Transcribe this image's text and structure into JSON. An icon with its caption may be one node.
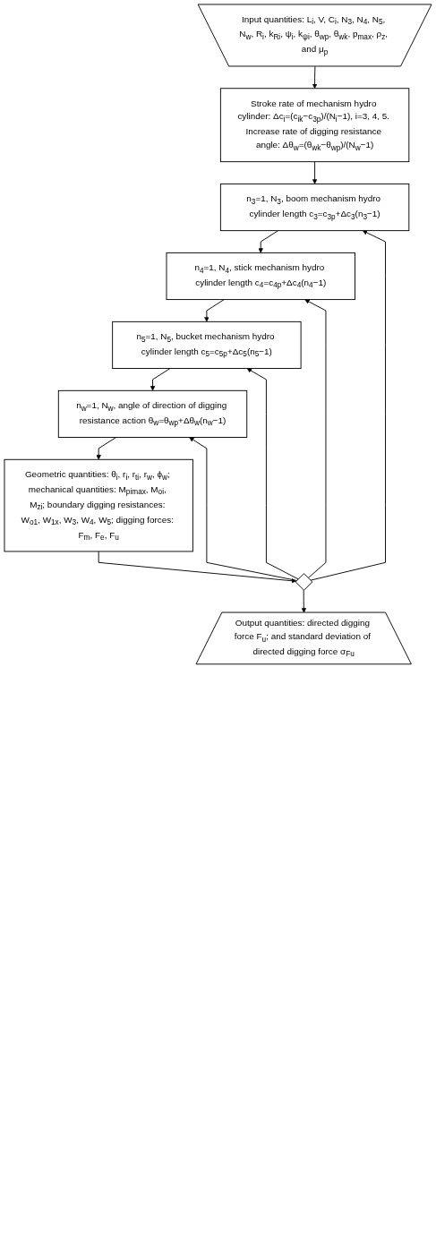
{
  "diagram": {
    "nodes": [
      {
        "text": [
          "Input quantities: L$_{i}$, V, C$_{i}$, N$_{3}$, N$_{4}$, N$_{5}$, N$_{w}$, R$_{i}$, k$_{Ri}$, ψ$_{i}$, k$_{ψi}$, θ$_{wp}$, θ$_{wk}$, p$_{max}$, ρ$_{z}$, and μ$_{p}$"
        ]
      },
      {
        "text": [
          "Stroke rate of mechanism hydro cylinder: Δc$_{i}$=(c$_{ik}$−c$_{3p}$)/(N$_{i}$−1), i=3, 4, 5. Increase rate of digging resistance angle: Δθ$_{w}$=(θ$_{wk}$−θ$_{wp}$)/(N$_{w}$−1)"
        ]
      },
      {
        "text": [
          "n$_{3}$=1, N$_{3}$, boom mechanism hydro cylinder length c$_{3}$=c$_{3p}$+Δc$_{3}$(n$_{3}$−1)"
        ]
      },
      {
        "text": [
          "n$_{4}$=1, N$_{4}$, stick mechanism hydro cylinder length c$_{4}$=c$_{4p}$+Δc$_{4}$(n$_{4}$−1)"
        ]
      },
      {
        "text": [
          "n$_{5}$=1, N$_{5}$, bucket mechanism hydro cylinder length c$_{5}$=c$_{5p}$+Δc$_{5}$(n$_{5}$−1)"
        ]
      },
      {
        "text": [
          "n$_{w}$=1, N$_{w}$, angle of direction of digging resistance action θ$_{w}$=θ$_{wp}$+Δθ$_{w}$(n$_{w}$−1)"
        ]
      },
      {
        "text": [
          "Geometric quantities: θ$_{i}$, r$_{i}$, r$_{ti}$, r$_{w}$, ϕ$_{w}$; mechanical quantities: M$_{pimax}$, M$_{oi}$, M$_{zi}$; boundary digging resistances: W$_{o1}$, W$_{1x}$, W$_{3}$, W$_{4}$, W$_{5}$; digging forces: F$_{m}$, F$_{e}$, F$_{u}$"
        ]
      },
      {
        "text": [],
        "shape": "diamond"
      },
      {
        "text": [
          "Output quantities: directed digging force F$_{u}$; and standard deviation of directed digging force σ$_{Fu}$"
        ]
      }
    ],
    "edges": [
      {
        "from": 0,
        "to": 1,
        "arrow": "to"
      },
      {
        "from": 1,
        "to": 2,
        "arrow": "to"
      },
      {
        "from": 2,
        "to": 3,
        "arrow": "to"
      },
      {
        "from": 3,
        "to": 4,
        "arrow": "to"
      },
      {
        "from": 4,
        "to": 5,
        "arrow": "to"
      },
      {
        "from": 5,
        "to": 6,
        "arrow": "to"
      },
      {
        "from": 6,
        "to": 7,
        "arrow": "to"
      },
      {
        "from": 7,
        "to": 8,
        "arrow": "to"
      },
      {
        "from": 7,
        "to": 2,
        "arrow": "to"
      },
      {
        "from": 7,
        "to": 3,
        "arrow": "to"
      },
      {
        "from": 7,
        "to": 4,
        "arrow": "to"
      },
      {
        "from": 7,
        "to": 5,
        "arrow": "to"
      }
    ]
  }
}
